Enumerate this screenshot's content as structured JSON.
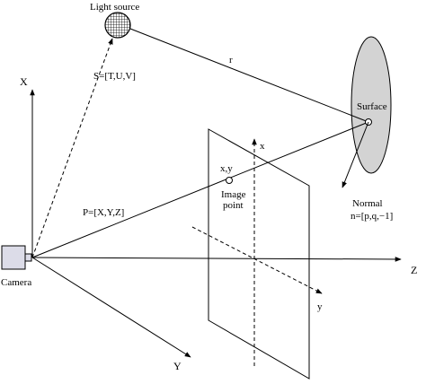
{
  "diagram": {
    "labels": {
      "light_source": "Light source",
      "s_vector": "S=[T,U,V]",
      "r": "r",
      "surface": "Surface",
      "x_axis": "X",
      "image_x": "x",
      "xy": "x,y",
      "image_point": "Image",
      "image_point_2": "point",
      "normal": "Normal",
      "normal_vector": "n=[p,q,−1]",
      "p_vector": "P=[X,Y,Z]",
      "z_axis": "Z",
      "camera": "Camera",
      "image_y": "y",
      "y_axis": "Y"
    },
    "colors": {
      "line": "#000000",
      "surface_fill": "#d3d3d3",
      "camera_fill": "#dcdce8",
      "light_fill": "#555555"
    }
  }
}
